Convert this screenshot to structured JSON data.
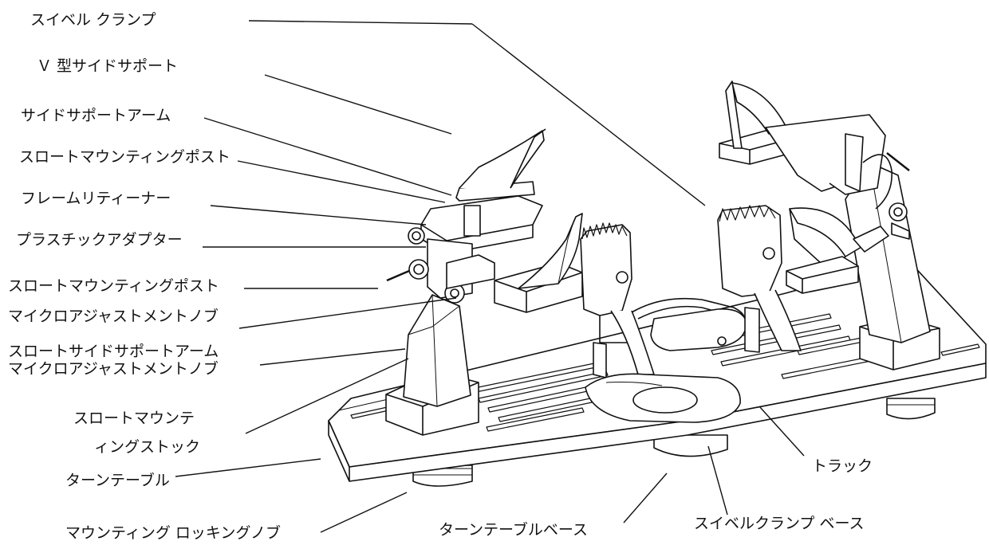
{
  "labels": {
    "swivel_clamp": "スイベル クランプ",
    "v_side_support": "Ｖ 型サイドサポート",
    "side_support_arm": "サイドサポートアーム",
    "throat_mounting_post_1": "スロートマウンティングポスト",
    "frame_retainer": "フレームリティーナー",
    "plastic_adapter": "プラスチックアダプター",
    "throat_mounting_post_2": "スロートマウンティングポスト",
    "micro_adjust_knob": "マイクロアジャストメントノブ",
    "throat_side_support_arm_line1": "スロートサイドサポートアーム",
    "throat_side_support_arm_line2": "マイクロアジャストメントノブ",
    "throat_mounting_stock_line1": "スロートマウンテ",
    "throat_mounting_stock_line2": "ィングストック",
    "turntable": "ターンテーブル",
    "mounting_locking_knob": "マウンティング ロッキングノブ",
    "turntable_base": "ターンテーブルベース",
    "swivel_clamp_base": "スイベルクランプ ベース",
    "track": "トラック"
  },
  "colors": {
    "ink": "#111111",
    "background": "#ffffff",
    "part_fill": "#ffffff",
    "shade": "#d9d9d9"
  }
}
